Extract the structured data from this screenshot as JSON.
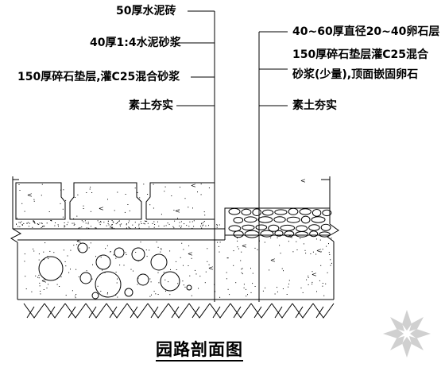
{
  "labels": {
    "left": [
      "50厚水泥砖",
      "40厚1:4水泥砂浆",
      "150厚碎石垫层,灌C25混合砂浆",
      "素土夯实"
    ],
    "right": [
      "40~60厚直径20~40卵石层",
      "150厚碎石垫层灌C25混合",
      "砂浆(少量),顶面嵌固卵石",
      "素土夯实"
    ]
  },
  "title": "园路剖面图",
  "colors": {
    "line": "#000000",
    "watermark": "#c8c8c8"
  },
  "icons": {
    "watermark": "flower-logo-icon"
  }
}
